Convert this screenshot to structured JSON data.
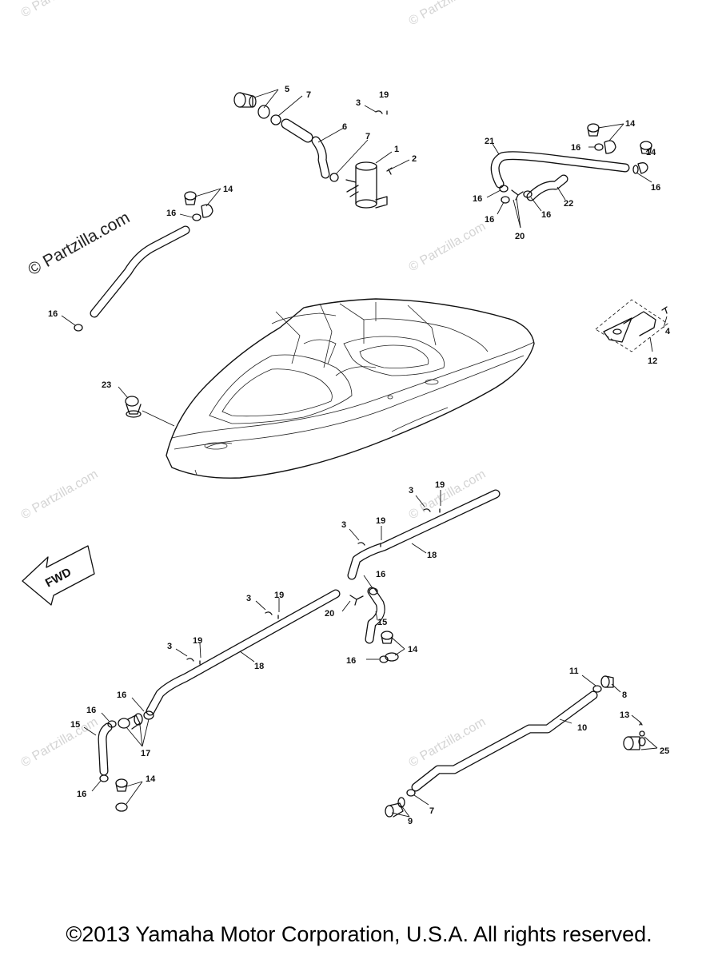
{
  "watermarks": {
    "faint": "© Partzilla.com",
    "dark": "© Partzilla.com"
  },
  "direction_label": "FWD",
  "callouts": {
    "c1": "1",
    "c2": "2",
    "c3a": "3",
    "c3b": "3",
    "c3c": "3",
    "c3d": "3",
    "c3e": "3",
    "c4": "4",
    "c5": "5",
    "c6": "6",
    "c7a": "7",
    "c7b": "7",
    "c7c": "7",
    "c8": "8",
    "c9": "9",
    "c10": "10",
    "c11": "11",
    "c12": "12",
    "c13": "13",
    "c14a": "14",
    "c14b": "14",
    "c14c": "14",
    "c14d": "14",
    "c14e": "14",
    "c15a": "15",
    "c15b": "15",
    "c16a": "16",
    "c16b": "16",
    "c16c": "16",
    "c16d": "16",
    "c16e": "16",
    "c16f": "16",
    "c16g": "16",
    "c16h": "16",
    "c16i": "16",
    "c16j": "16",
    "c16k": "16",
    "c16l": "16",
    "c17": "17",
    "c18a": "18",
    "c18b": "18",
    "c19a": "19",
    "c19b": "19",
    "c19c": "19",
    "c19d": "19",
    "c19e": "19",
    "c20a": "20",
    "c20b": "20",
    "c21": "21",
    "c22": "22",
    "c23": "23",
    "c25": "25"
  },
  "copyright": "©2013  Yamaha Motor Corporation, U.S.A. All rights reserved."
}
